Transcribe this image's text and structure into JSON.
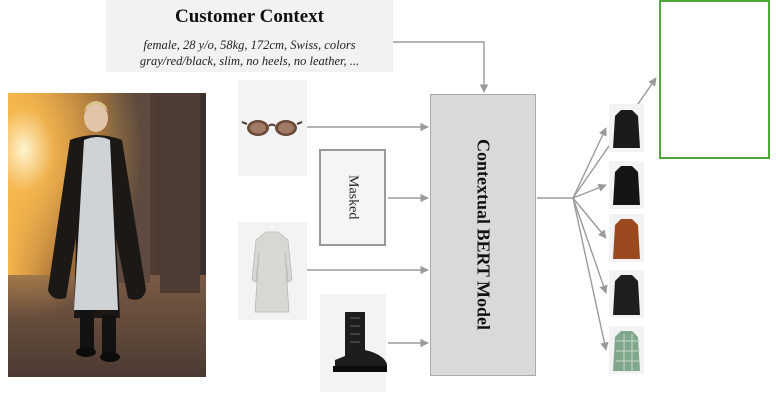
{
  "context": {
    "title": "Customer Context",
    "line1": "female, 28 y/o, 58kg, 172cm, Swiss, colors",
    "line2": "gray/red/black, slim, no heels, no leather, ..."
  },
  "masked_label": "Masked",
  "model_label": "Contextual BERT Model",
  "colors": {
    "arrow": "#9a9a9a",
    "model_fill": "#d9d9d9",
    "selected_border": "#4ea83a",
    "tile_bg": "#f3f3f3"
  },
  "candidates": [
    {
      "icon": "black-coat-icon",
      "color": "#1b1b1b"
    },
    {
      "icon": "black-coat-icon",
      "color": "#151515"
    },
    {
      "icon": "brown-coat-icon",
      "color": "#9b4a1f"
    },
    {
      "icon": "black-coat-icon",
      "color": "#1e1e1e"
    },
    {
      "icon": "green-check-coat-icon",
      "color": "#7fa78a"
    }
  ]
}
